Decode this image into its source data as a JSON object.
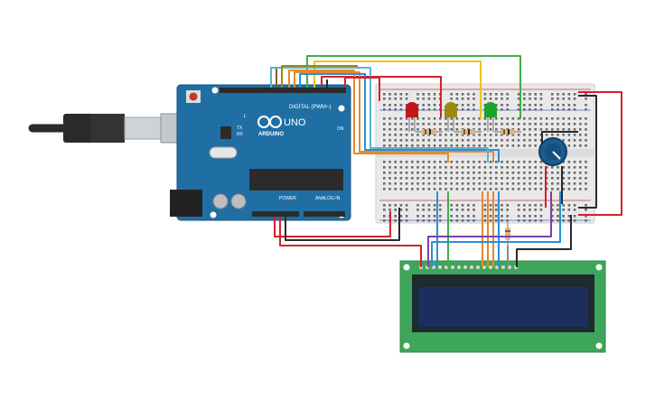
{
  "arduino": {
    "brand": "ARDUINO",
    "model": "UNO",
    "digital_label": "DIGITAL (PWM~)",
    "power_label": "POWER",
    "analog_label": "ANALOG IN",
    "on_label": "ON",
    "l_label": "L",
    "tx_label": "TX",
    "rx_label": "RX",
    "colors": {
      "board": "#1f6fa5",
      "board_dark": "#15557f",
      "header": "#2b2b2b"
    }
  },
  "usb_cable": {
    "colors": {
      "plug": "#2a2a2a",
      "metal": "#cfd3d6"
    }
  },
  "breadboard": {
    "colors": {
      "body": "#e9e9e9",
      "rail_red": "#d33",
      "rail_blue": "#3a6fd1",
      "hole": "#555"
    }
  },
  "leds": [
    {
      "color": "#c0171a"
    },
    {
      "color": "#9a8a10"
    },
    {
      "color": "#1ca32a"
    }
  ],
  "potentiometer": {
    "colors": {
      "body": "#1b5c8f",
      "knob": "#0f3f66"
    }
  },
  "lcd": {
    "colors": {
      "pcb": "#3ea65a",
      "bezel": "#1d2a2e",
      "screen": "#1c2f5c"
    }
  },
  "wire_colors": {
    "red": "#d6202a",
    "black": "#2a2a2a",
    "green": "#3fae49",
    "yellow": "#e7c31a",
    "orange": "#e8882a",
    "blue": "#2a8fd6",
    "purple": "#7c3fb0",
    "cyan": "#5ab3d6",
    "olive": "#9a8a10",
    "brown": "#8a5a2a"
  }
}
